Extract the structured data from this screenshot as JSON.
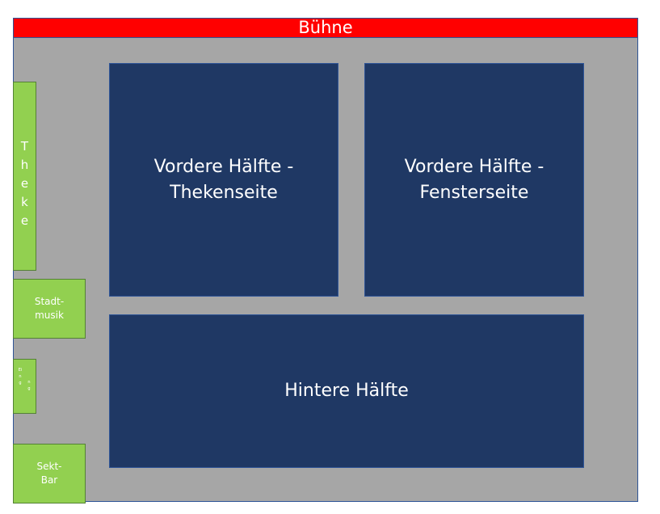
{
  "stage": {
    "label": "Bühne"
  },
  "areas": {
    "front_bar_side": "Vordere Hälfte -\nThekenseite",
    "front_window_side": "Vordere Hälfte -\nFensterseite",
    "back_half": "Hintere Hälfte"
  },
  "side": {
    "bar": "Theke",
    "band": "Stadt-\nmusik",
    "entrance_col_a": "Eing",
    "entrance_col_b": "ng",
    "sekt_bar": "Sekt-\nBar"
  },
  "colors": {
    "room": "#a6a6a6",
    "stage": "#ff0000",
    "area": "#1f3864",
    "side_element": "#92d050"
  }
}
